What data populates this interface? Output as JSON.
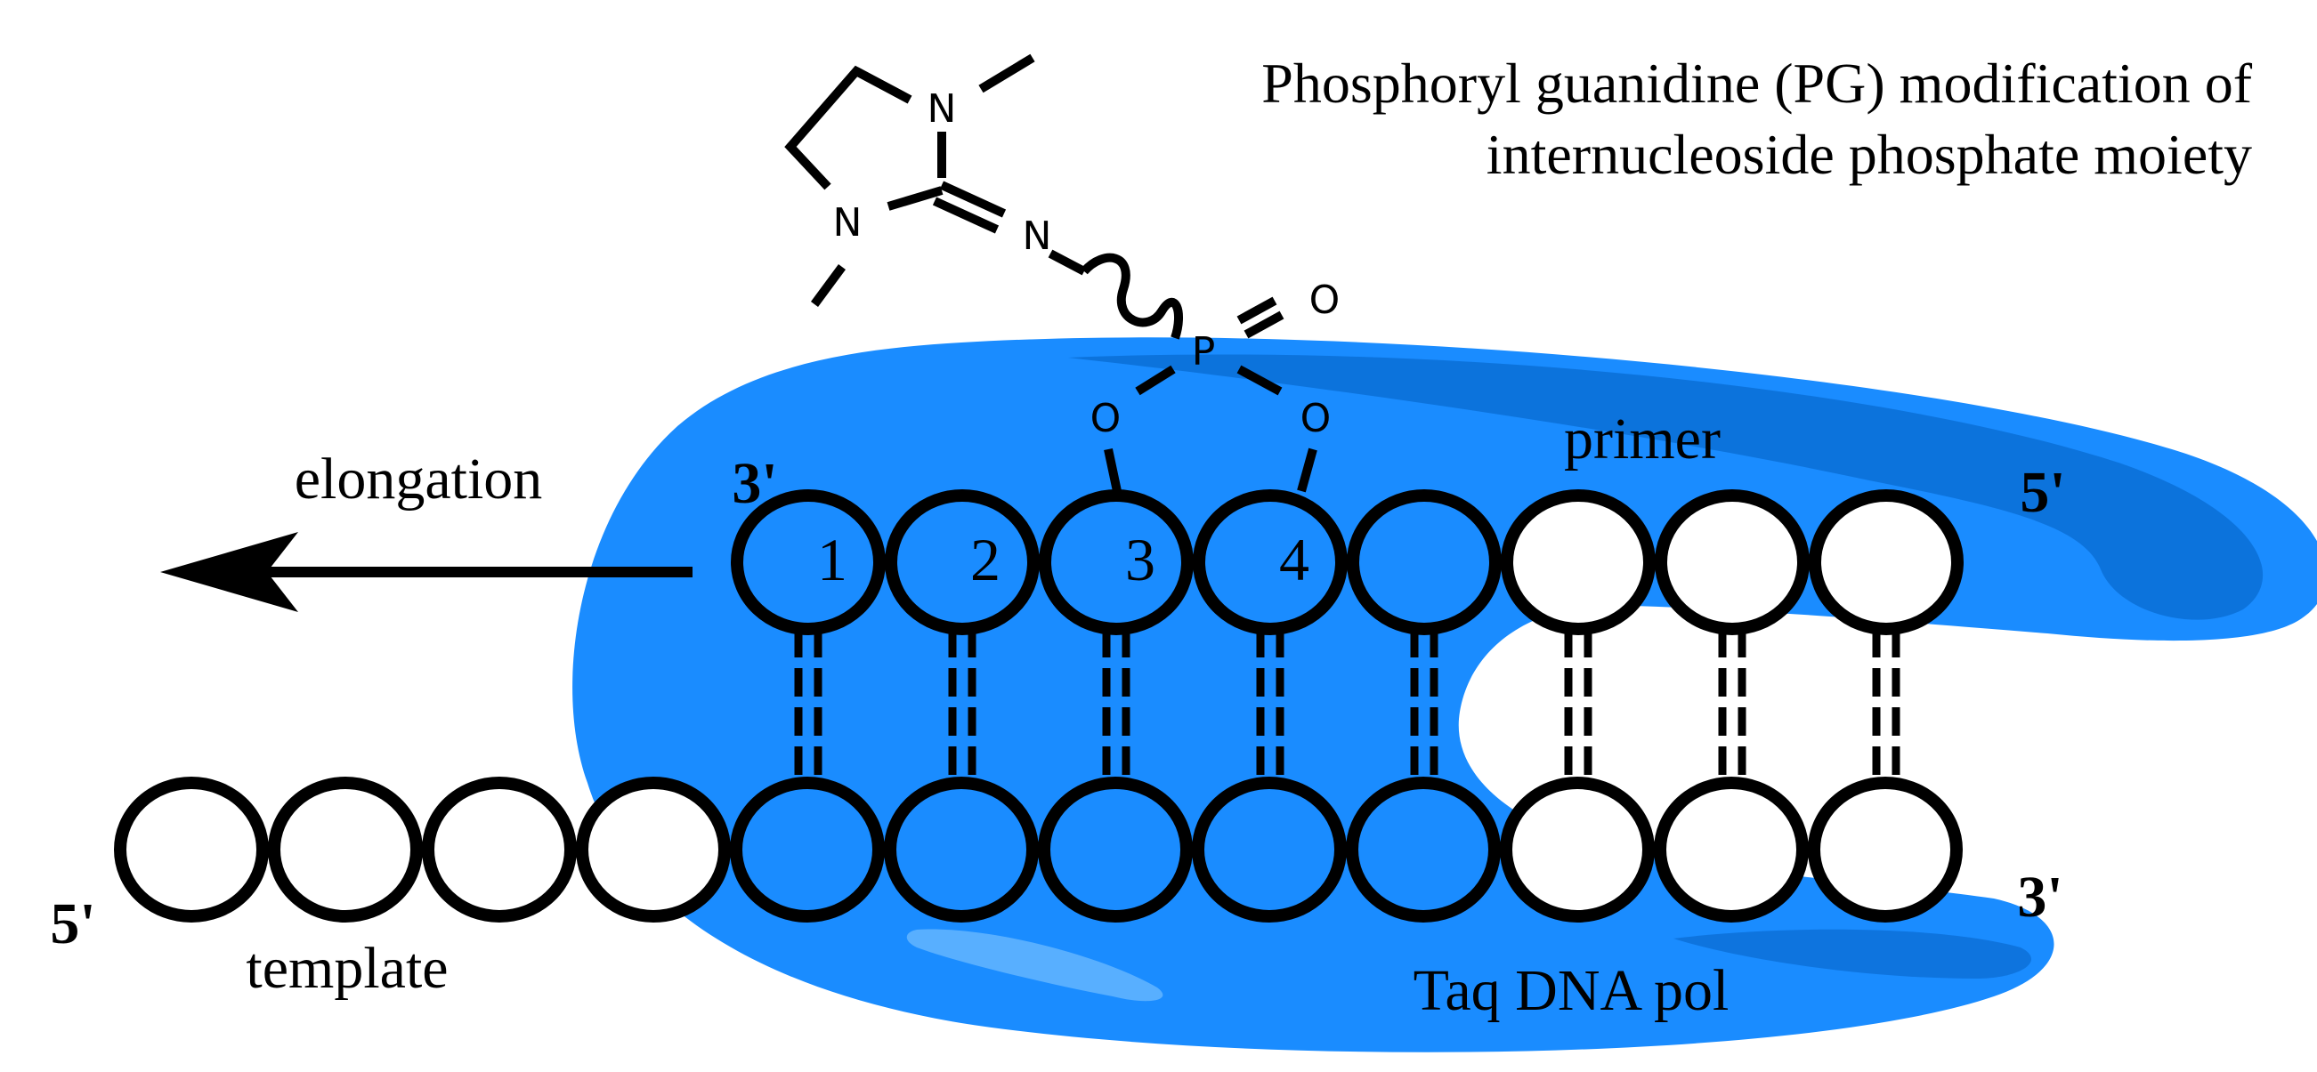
{
  "title_lines": [
    "Phosphoryl guanidine (PG) modification of",
    "internucleoside phosphate moiety"
  ],
  "labels": {
    "elongation": "elongation",
    "primer": "primer",
    "template": "template",
    "polymerase": "Taq DNA pol",
    "primer_3prime": "3'",
    "primer_5prime": "5'",
    "template_5prime": "5'",
    "template_3prime": "3'"
  },
  "primer_numbers": [
    "1",
    "2",
    "3",
    "4"
  ],
  "pg_atoms": {
    "n_top": "N",
    "n_left": "N",
    "n_imine": "N",
    "p": "P",
    "o_double": "O",
    "o_left": "O",
    "o_right": "O"
  },
  "colors": {
    "polymerase": "#1a8cff",
    "polymerase_dark": "#0b6ed6",
    "polymerase_light": "#5fb2ff",
    "nucleotide_outline": "#000000",
    "nucleotide_empty": "#ffffff"
  },
  "primer_nucleotides": [
    {
      "fill": "blue"
    },
    {
      "fill": "blue"
    },
    {
      "fill": "blue"
    },
    {
      "fill": "blue"
    },
    {
      "fill": "blue"
    },
    {
      "fill": "white"
    },
    {
      "fill": "white"
    },
    {
      "fill": "white"
    }
  ],
  "template_nucleotides": [
    {
      "fill": "white"
    },
    {
      "fill": "white"
    },
    {
      "fill": "white"
    },
    {
      "fill": "white"
    },
    {
      "fill": "blue"
    },
    {
      "fill": "blue"
    },
    {
      "fill": "blue"
    },
    {
      "fill": "blue"
    },
    {
      "fill": "blue"
    },
    {
      "fill": "white"
    },
    {
      "fill": "white"
    },
    {
      "fill": "white"
    }
  ]
}
